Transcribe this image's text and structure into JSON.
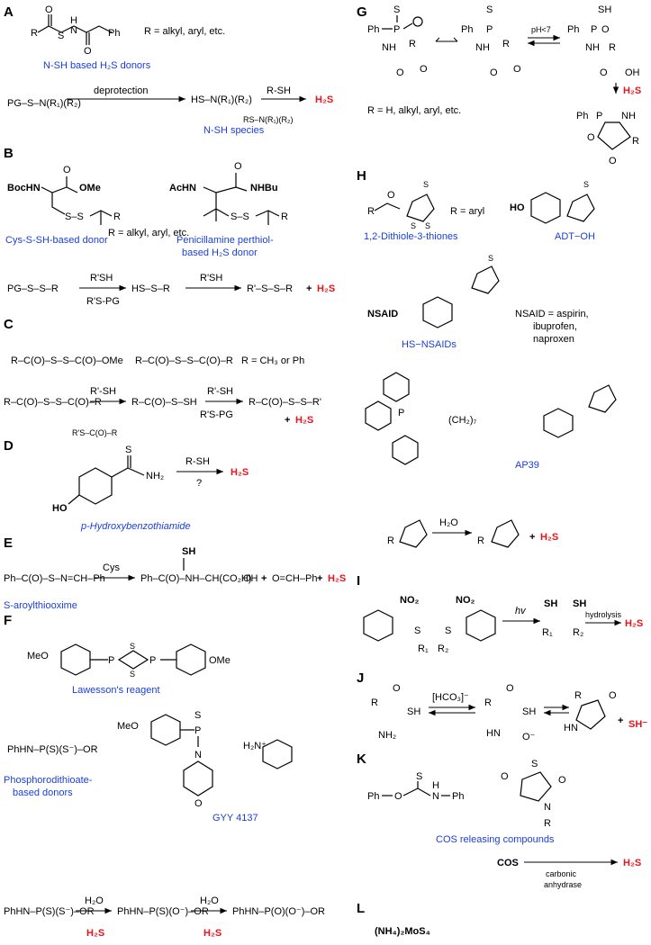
{
  "colors": {
    "label_blue": "#1a3fd6",
    "h2s_red": "#e8141b",
    "ink": "#000000"
  },
  "panels": {
    "A": {
      "label": "A",
      "acyl_Ph": "Ph",
      "acyl_R": "R",
      "acyl_S": "S",
      "acyl_N": "N",
      "acyl_H": "H",
      "acyl_O1": "O",
      "acyl_O2": "O",
      "r_def": "R = alkyl, aryl, etc.",
      "donor_caption": "N-SH based H₂S donors",
      "pg_struct": "PG–S–N(R₁)(R₂)",
      "arrow_label": "deprotection",
      "hs_species": "HS–N(R₁)(R₂)",
      "reagent": "R-SH",
      "product": "H₂S",
      "byproduct": "RS–N(R₁)(R₂)",
      "species_caption": "N-SH species"
    },
    "B": {
      "label": "B",
      "cys_top": "BocHN",
      "cys_ome": "OMe",
      "cys_o": "O",
      "cys_r": "R",
      "cys_s": "S–S",
      "pen_top": "AcHN",
      "pen_nhbu": "NHBu",
      "pen_o": "O",
      "pen_r": "R",
      "pen_s": "S–S",
      "r_def": "R = alkyl, aryl, etc.",
      "cys_caption": "Cys-S-SH-based donor",
      "pen_caption_1": "Penicillamine perthiol-",
      "pen_caption_2": "based H₂S donor",
      "pg": "PG–S–S–R",
      "r1": "R'SH",
      "b1": "R'S-PG",
      "mid": "HS–S–R",
      "r2": "R'SH",
      "prod": "R'–S–S–R",
      "plus": "+",
      "h2s": "H₂S"
    },
    "C": {
      "label": "C",
      "s1": "R–C(O)–S–S–C(O)–OMe",
      "s2": "R–C(O)–S–S–C(O)–R",
      "r_def": "R = CH₃ or Ph",
      "start": "R–C(O)–S–S–C(O)–R",
      "r1": "R'-SH",
      "b1": "R'S–C(O)–R",
      "mid": "R–C(O)–S–SH",
      "r2": "R'-SH",
      "b2": "R'S-PG",
      "prod": "R–C(O)–S–S–R'",
      "plus": "+",
      "h2s": "H₂S"
    },
    "D": {
      "label": "D",
      "s_atom": "S",
      "nh2": "NH₂",
      "ho": "HO",
      "reagent": "R-SH",
      "q": "?",
      "product": "H₂S",
      "caption": "p-Hydroxybenzothiamide"
    },
    "E": {
      "label": "E",
      "start": "Ph–C(O)–S–N=CH–Ph",
      "reagent": "Cys",
      "sh": "SH",
      "prod": "Ph–C(O)–NH–CH(CO₂H)",
      "oh": "OH",
      "plus1": "+",
      "ald": "O=CH–Ph",
      "plus2": "+",
      "h2s": "H₂S",
      "caption": "S-aroylthiooxime"
    },
    "F": {
      "label": "F",
      "lr_meo1": "MeO",
      "lr_ome2": "OMe",
      "lr_p1": "P",
      "lr_p2": "P",
      "lr_s": "S",
      "lr_caption": "Lawesson's reagent",
      "pd_struct": "PhHN–P(S)(S⁻)–OR",
      "pd_caption_1": "Phosphorodithioate-",
      "pd_caption_2": "based donors",
      "gyy_meo": "MeO",
      "gyy_p": "P",
      "gyy_s": "S",
      "gyy_n": "N",
      "gyy_o": "O",
      "gyy_cation": "H₂N⁺",
      "gyy_caption": "GYY 4137",
      "hyd1": "PhHN–P(S)(S⁻)–OR",
      "w1": "H₂O",
      "h2s1": "H₂S",
      "hyd2": "PhHN–P(S)(O⁻)–OR",
      "w2": "H₂O",
      "h2s2": "H₂S",
      "hyd3": "PhHN–P(O)(O⁻)–OR"
    },
    "G": {
      "label": "G",
      "r_def": "R = H, alkyl, aryl, etc.",
      "ph": "Ph",
      "p": "P",
      "nh": "NH",
      "r": "R",
      "s": "S",
      "o": "O",
      "oh": "OH",
      "sh": "SH",
      "ph_cond": "pH<7",
      "h2s": "H₂S",
      "prod_ph": "Ph",
      "prod_p": "P",
      "prod_nh": "NH",
      "prod_o": "O",
      "prod_r": "R"
    },
    "H": {
      "label": "H",
      "dt_s": "S",
      "dt_o": "O",
      "dt_r": "R",
      "r_def": "R = aryl",
      "dt_caption": "1,2-Dithiole-3-thiones",
      "adt_ho": "HO",
      "adt_caption": "ADT−OH",
      "nsaid": "NSAID",
      "nsaid_def_1": "NSAID = aspirin,",
      "nsaid_def_2": "ibuprofen,",
      "nsaid_def_3": "naproxen",
      "hs_caption": "HS−NSAIDs",
      "ap_p": "P",
      "ap_chain": "(CH₂)₇",
      "ap_caption": "AP39",
      "hyd_r1": "R",
      "hyd_w": "H₂O",
      "hyd_r2": "R",
      "plus": "+",
      "h2s": "H₂S"
    },
    "I": {
      "label": "I",
      "no2a": "NO₂",
      "no2b": "NO₂",
      "s1": "S",
      "s2": "S",
      "r1": "R₁",
      "r2": "R₂",
      "hv": "hv",
      "sh1": "SH",
      "sh2": "SH",
      "pr1": "R₁",
      "pr2": "R₂",
      "hyd": "hydrolysis",
      "h2s": "H₂S"
    },
    "J": {
      "label": "J",
      "r": "R",
      "o": "O",
      "sh": "SH",
      "nh2": "NH₂",
      "reagent": "[HCO₃]⁻",
      "mid_r": "R",
      "mid_o": "O",
      "mid_sh": "SH",
      "mid_hn": "HN",
      "mid_o2": "O⁻",
      "prod_r": "R",
      "prod_o": "O",
      "prod_hn": "HN",
      "plus": "+",
      "sh_anion": "SH⁻"
    },
    "K": {
      "label": "K",
      "ph1": "Ph",
      "o": "O",
      "s": "S",
      "nh": "N",
      "h": "H",
      "ph2": "Ph",
      "tz_o1": "O",
      "tz_s": "S",
      "tz_o2": "O",
      "tz_n": "N",
      "tz_r": "R",
      "caption": "COS releasing compounds",
      "cos": "COS",
      "enzyme_1": "carbonic",
      "enzyme_2": "anhydrase",
      "h2s": "H₂S"
    },
    "L": {
      "label": "L",
      "compound": "(NH₄)₂MoS₄"
    }
  }
}
